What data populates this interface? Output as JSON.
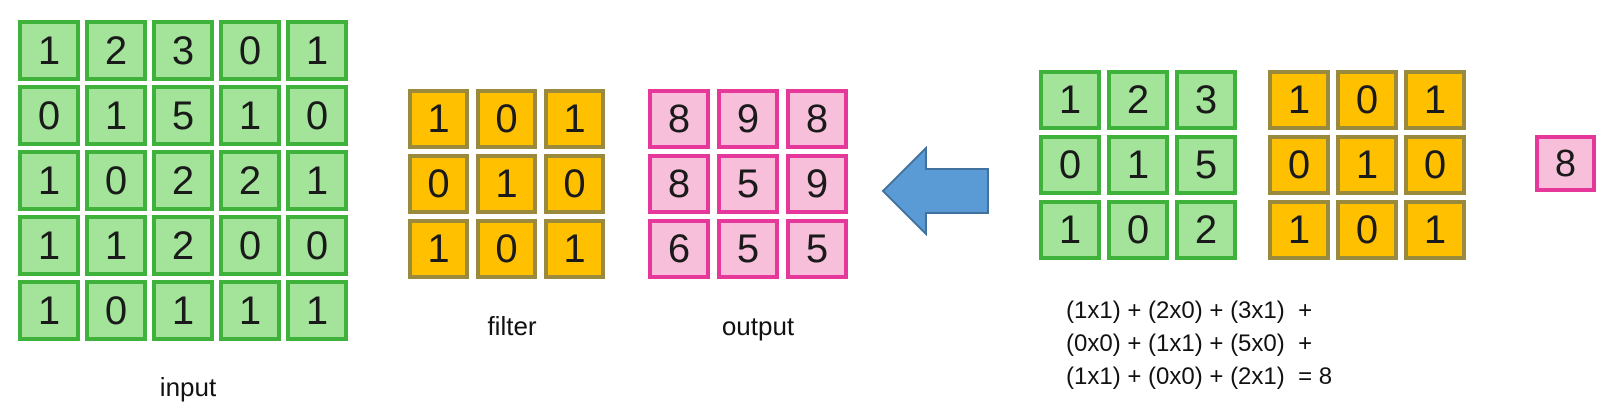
{
  "input": {
    "label": "input",
    "rows": [
      [
        "1",
        "2",
        "3",
        "0",
        "1"
      ],
      [
        "0",
        "1",
        "5",
        "1",
        "0"
      ],
      [
        "1",
        "0",
        "2",
        "2",
        "1"
      ],
      [
        "1",
        "1",
        "2",
        "0",
        "0"
      ],
      [
        "1",
        "0",
        "1",
        "1",
        "1"
      ]
    ]
  },
  "filter": {
    "label": "filter",
    "rows": [
      [
        "1",
        "0",
        "1"
      ],
      [
        "0",
        "1",
        "0"
      ],
      [
        "1",
        "0",
        "1"
      ]
    ]
  },
  "output": {
    "label": "output",
    "rows": [
      [
        "8",
        "9",
        "8"
      ],
      [
        "8",
        "5",
        "9"
      ],
      [
        "6",
        "5",
        "5"
      ]
    ]
  },
  "detail": {
    "patch_rows": [
      [
        "1",
        "2",
        "3"
      ],
      [
        "0",
        "1",
        "5"
      ],
      [
        "1",
        "0",
        "2"
      ]
    ],
    "filter_rows": [
      [
        "1",
        "0",
        "1"
      ],
      [
        "0",
        "1",
        "0"
      ],
      [
        "1",
        "0",
        "1"
      ]
    ],
    "result": "8",
    "equation_lines": [
      "(1x1) + (2x0) + (3x1)  +",
      "(0x0) + (1x1) + (5x0)  +",
      "(1x1) + (0x0) + (2x1)  = 8"
    ]
  },
  "colors": {
    "input_fill": "#a3e49a",
    "input_border": "#3fb23b",
    "filter_fill": "#ffc000",
    "filter_border": "#9a8a3e",
    "output_fill": "#f7bfd9",
    "output_border": "#e6379a",
    "arrow_fill": "#5b9bd5",
    "arrow_border": "#41719c"
  },
  "icons": {
    "arrow": "left-arrow-icon"
  }
}
